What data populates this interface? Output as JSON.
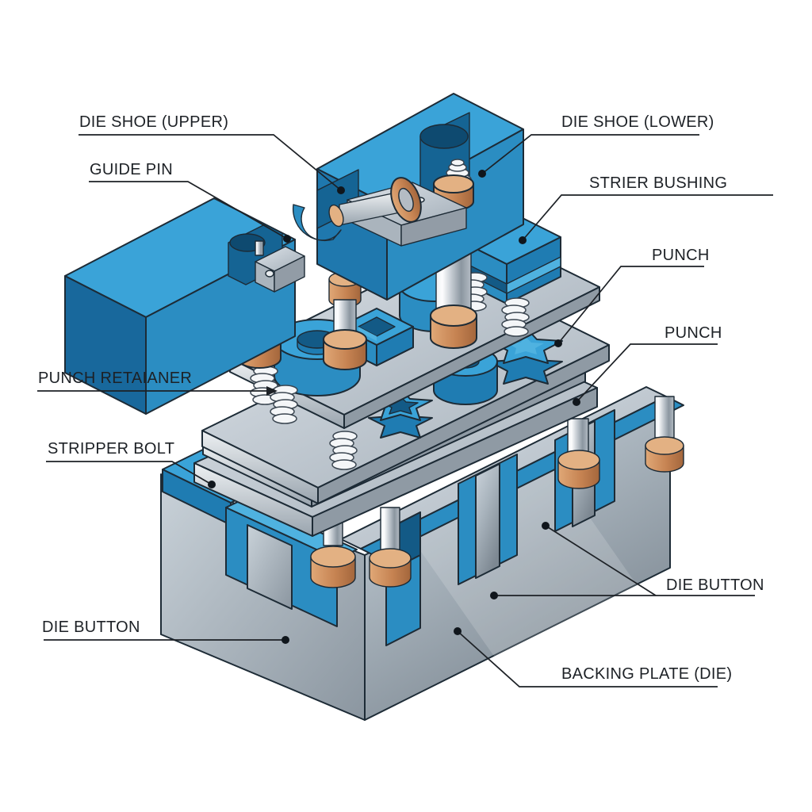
{
  "diagram": {
    "type": "exploded-isometric-technical-diagram",
    "subject": "stamping die set assembly",
    "labels": {
      "die_shoe_upper": "DIE SHOE (UPPER)",
      "die_shoe_lower": "DIE SHOE (LOWER)",
      "guide_pin": "GUIDE PIN",
      "strier_bushing": "STRIER BUSHING",
      "punch_1": "PUNCH",
      "punch_2": "PUNCH",
      "punch_retainer": "PUNCH RETAIANER",
      "stripper_bolt": "STRIPPER BOLT",
      "die_button_right": "DIE BUTTON",
      "die_button_left": "DIE BUTTON",
      "backing_plate": "BACKING PLATE (DIE)"
    },
    "parts_depicted": [
      "upper die shoe block",
      "lower die shoe block",
      "horizontal guide pin with copper bushing",
      "vertical guide pins with bronze bushings",
      "punch retainer plate with ring punch, square punch, round punch and notched bushing",
      "punch plate with star punches and ring punches",
      "stripper / die plate with round die",
      "die block with blue-lined channels, die buttons and backing plate",
      "coil springs",
      "stripper bolts"
    ],
    "colors": {
      "background": "#ffffff",
      "part_blue_top": "#3aa3d8",
      "part_blue_front": "#2b8dc2",
      "part_blue_side": "#1b6fa3",
      "part_blue_inner": "#135a86",
      "copper": "#c68352",
      "copper_light": "#e3b183",
      "steel_light": "#d9e0e6",
      "steel_dark": "#8f9aa4",
      "outline": "#1d2b36",
      "label_text": "#1d2126"
    }
  }
}
